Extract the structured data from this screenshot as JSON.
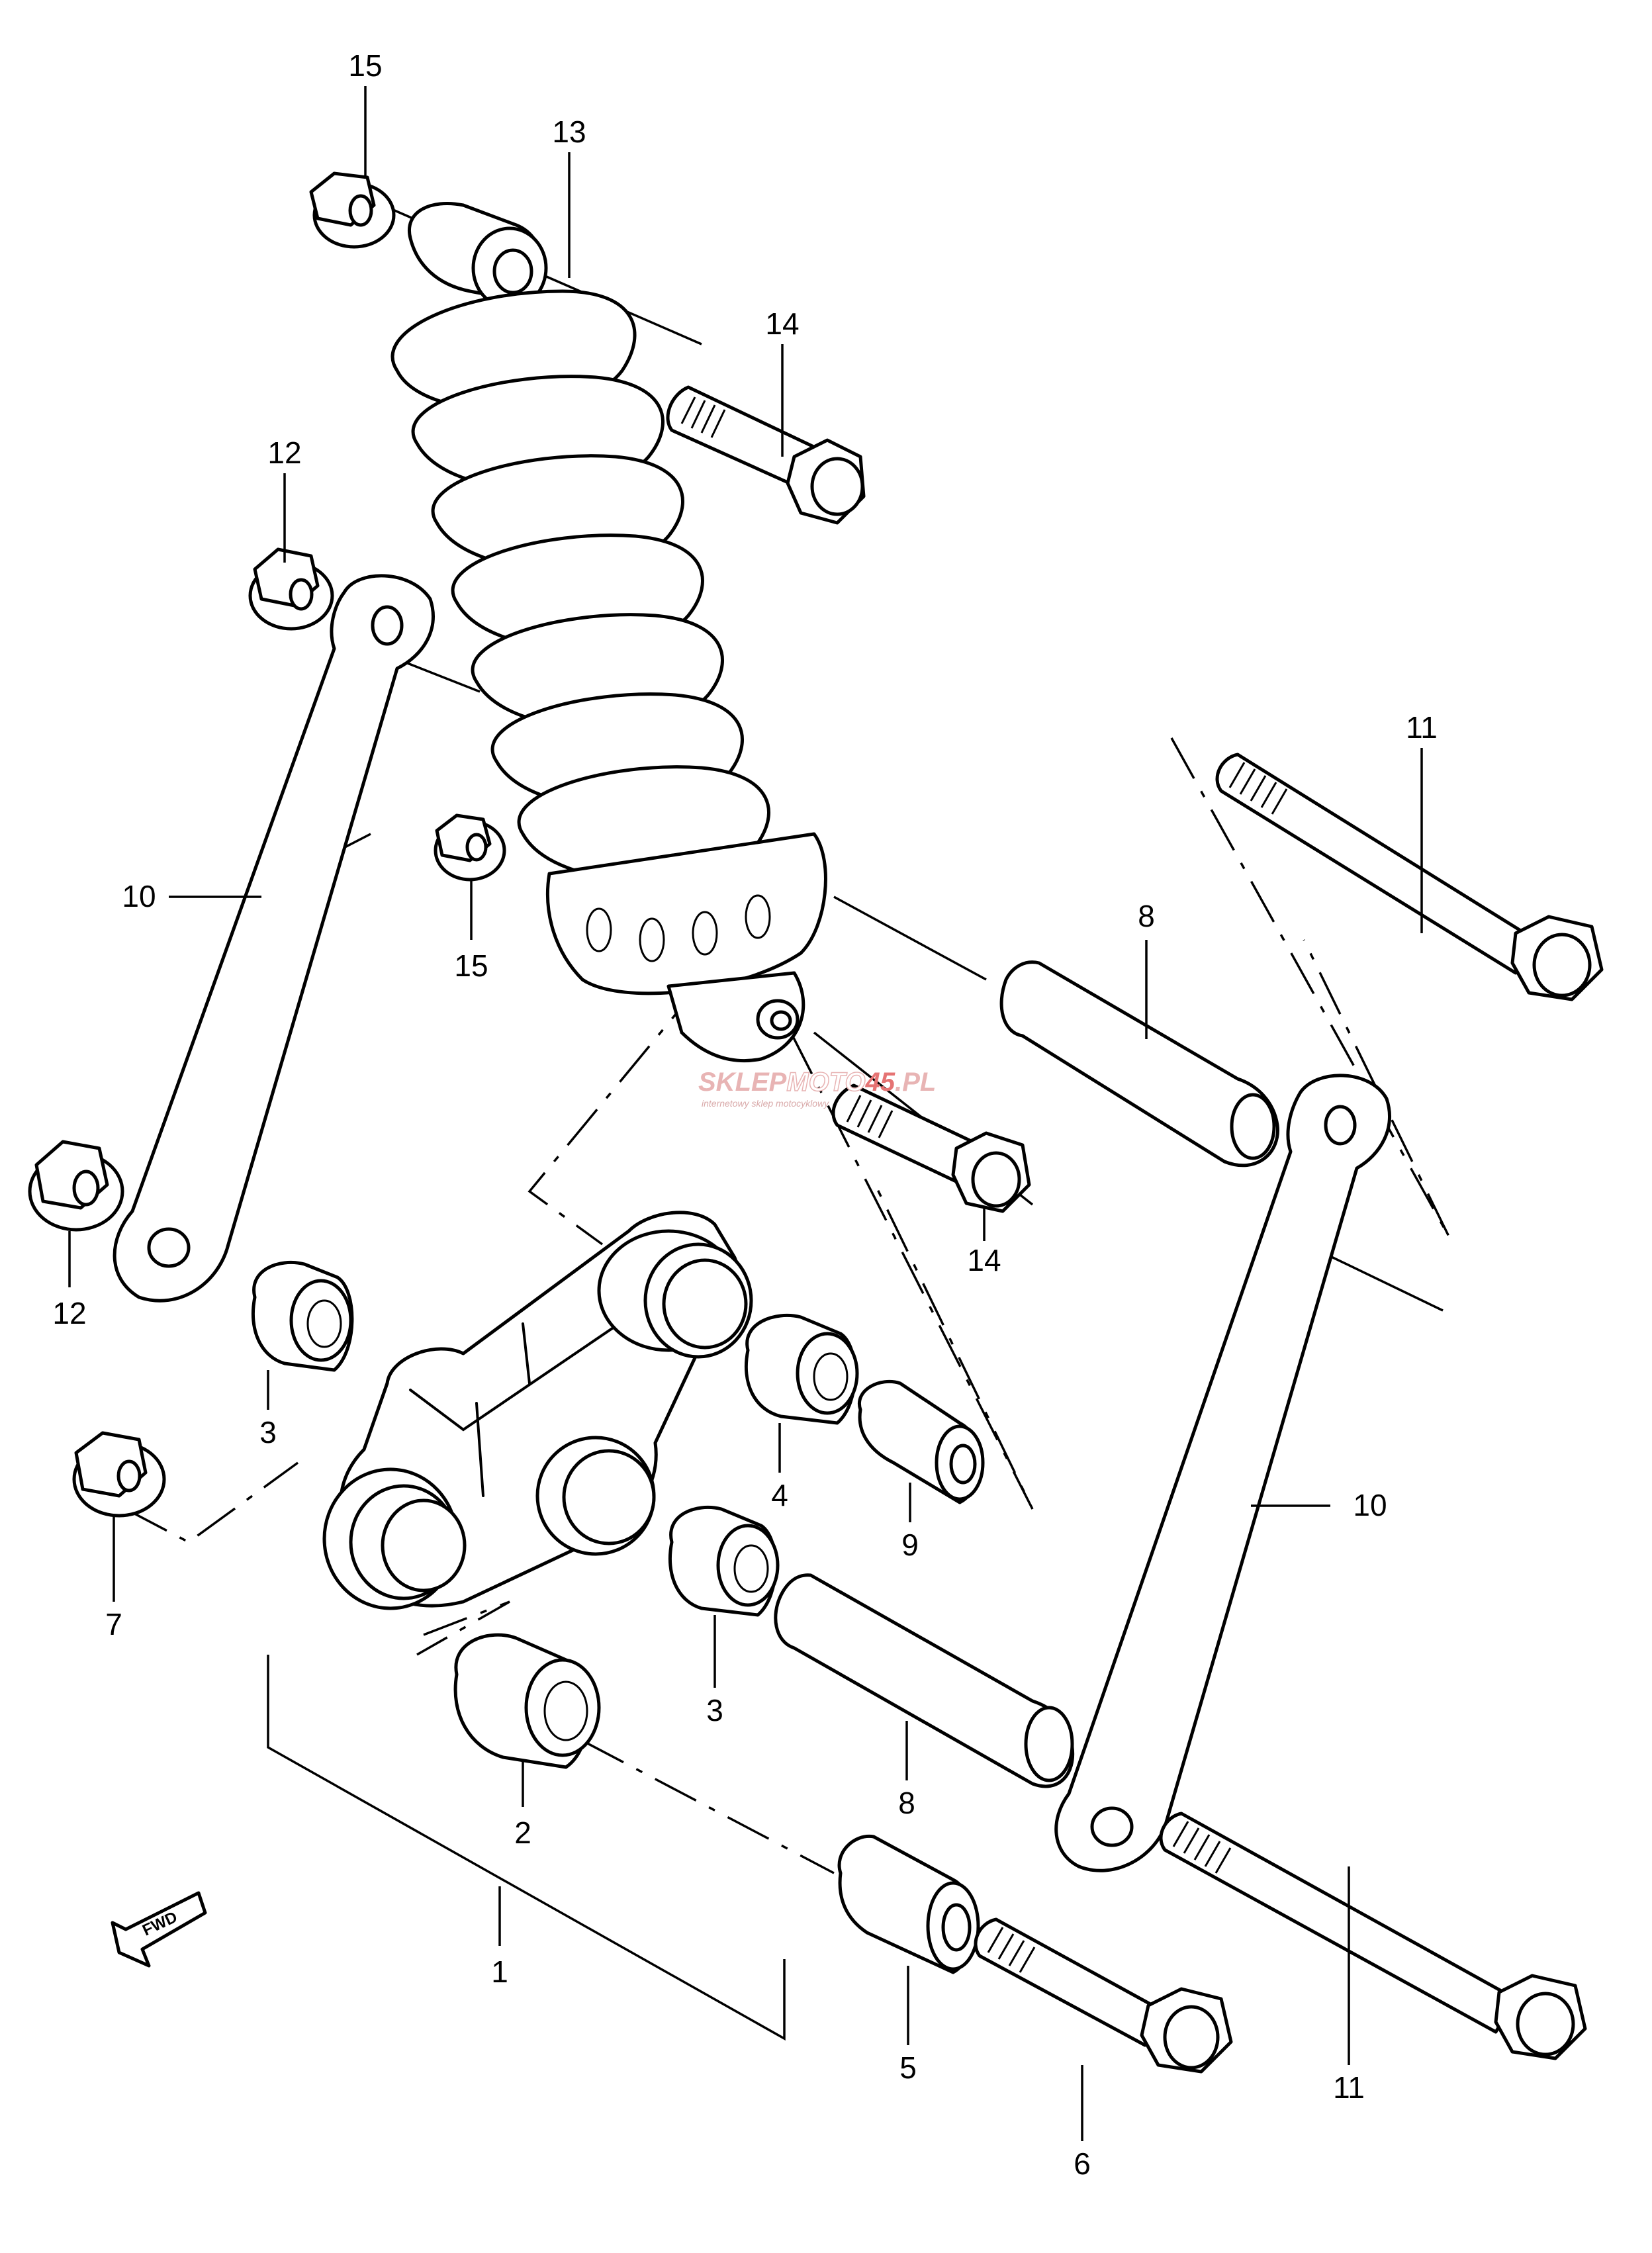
{
  "callouts": {
    "c15a": "15",
    "c13": "13",
    "c14a": "14",
    "c12a": "12",
    "c11a": "11",
    "c10a": "10",
    "c15b": "15",
    "c8a": "8",
    "c14b": "14",
    "c12b": "12",
    "c3a": "3",
    "c4": "4",
    "c9": "9",
    "c10b": "10",
    "c7": "7",
    "c3b": "3",
    "c8b": "8",
    "c2": "2",
    "c1": "1",
    "c5": "5",
    "c11b": "11",
    "c6": "6"
  },
  "fwd_label": "FWD",
  "watermark": {
    "brand_a": "SKLEP",
    "brand_b": "MOTO",
    "brand_c": "45",
    "brand_d": ".PL",
    "tagline": "internetowy sklep motocyklowy"
  }
}
